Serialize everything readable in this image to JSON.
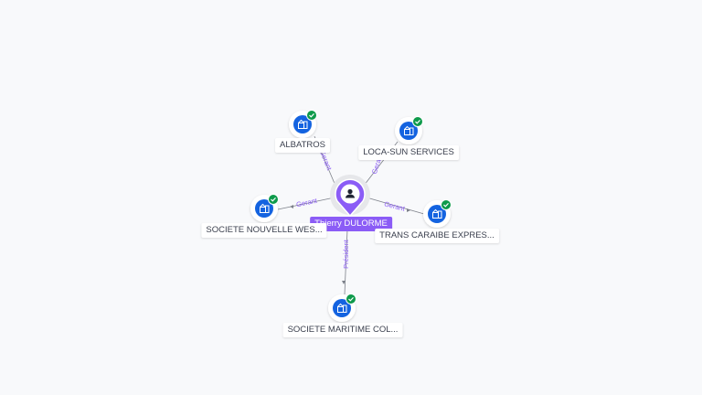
{
  "person": {
    "name": "Thierry DULORME",
    "icon": "person-icon",
    "color": "#8b5cf6"
  },
  "companies": [
    {
      "id": "albatros",
      "name": "ALBATROS",
      "relation": "Gerant",
      "icon": "company-icon",
      "verified": true
    },
    {
      "id": "loca-sun",
      "name": "LOCA-SUN SERVICES",
      "relation": "Gerant",
      "icon": "company-icon",
      "verified": true
    },
    {
      "id": "societe-nouvelle",
      "name": "SOCIETE NOUVELLE WES...",
      "relation": "Gerant",
      "icon": "company-icon",
      "verified": true
    },
    {
      "id": "trans-caraibe",
      "name": "TRANS CARAIBE EXPRES...",
      "relation": "Gerant",
      "icon": "company-icon",
      "verified": true
    },
    {
      "id": "societe-maritime",
      "name": "SOCIETE MARITIME COL...",
      "relation": "Président",
      "icon": "company-icon",
      "verified": true
    }
  ],
  "colors": {
    "company_fill": "#1463e0",
    "verified_badge": "#0e9a4b",
    "edge": "#7d818a",
    "edge_label": "#8b5cf6"
  }
}
